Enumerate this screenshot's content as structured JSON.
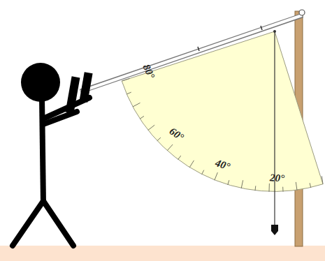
{
  "diagram": {
    "labels": [
      "80°",
      "60°",
      "40°",
      "20°"
    ]
  }
}
